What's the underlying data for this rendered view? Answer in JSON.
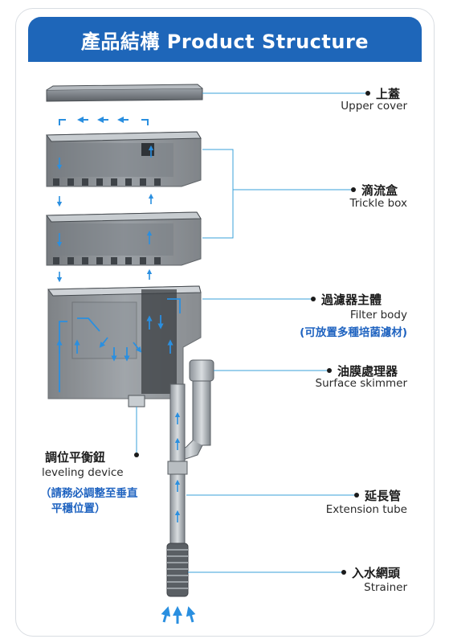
{
  "header": {
    "title": "產品結構 Product Structure"
  },
  "colors": {
    "banner": "#1e66b9",
    "leader": "#3aa0d8",
    "arrow": "#2a8fe0",
    "note": "#1f63c0"
  },
  "parts": {
    "upper_cover": {
      "zh": "上蓋",
      "en": "Upper cover"
    },
    "trickle_box": {
      "zh": "滴流盒",
      "en": "Trickle box"
    },
    "filter_body": {
      "zh": "過濾器主體",
      "en": "Filter body",
      "note": "(可放置多種培菌濾材)"
    },
    "surface_skimmer": {
      "zh": "油膜處理器",
      "en": "Surface skimmer"
    },
    "leveling_device": {
      "zh": "調位平衡鈕",
      "en": "leveling device",
      "note_line1": "（請務必調整至垂直",
      "note_line2": "平穩位置）"
    },
    "extension_tube": {
      "zh": "延長管",
      "en": "Extension tube"
    },
    "strainer": {
      "zh": "入水網頭",
      "en": "Strainer"
    }
  }
}
